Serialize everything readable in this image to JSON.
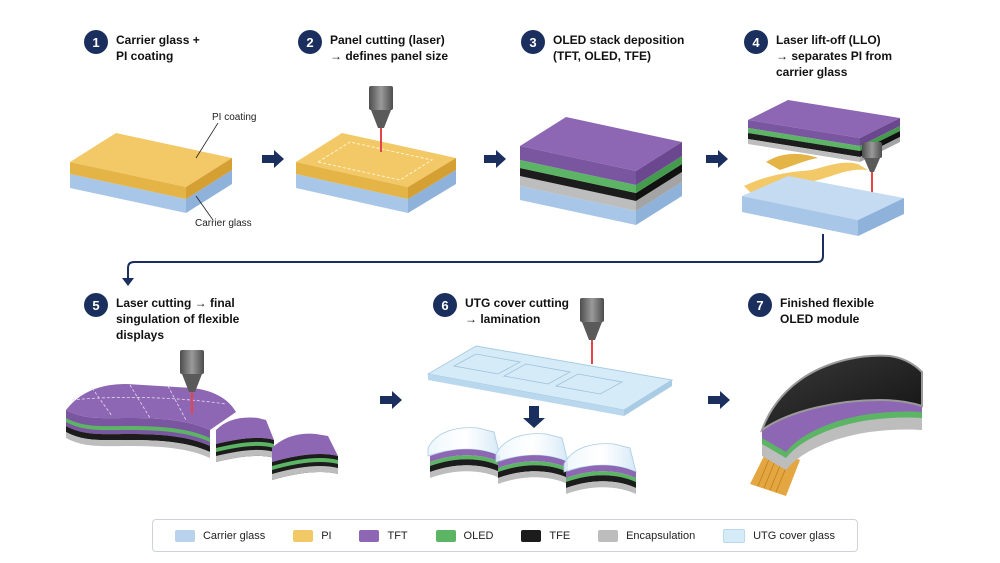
{
  "steps": [
    {
      "number": "1",
      "line1": "Carrier glass +",
      "line2": "PI coating",
      "line3": ""
    },
    {
      "number": "2",
      "line1": "Panel cutting (laser)",
      "line2": "→ defines panel size",
      "line3": ""
    },
    {
      "number": "3",
      "line1": "OLED stack deposition",
      "line2": "(TFT, OLED, TFE)",
      "line3": ""
    },
    {
      "number": "4",
      "line1": "Laser lift-off (LLO)",
      "line2": "→ separates PI from",
      "line3": "carrier glass"
    },
    {
      "number": "5",
      "line1": "Laser cutting → final",
      "line2": "singulation of flexible",
      "line3": "displays"
    },
    {
      "number": "6",
      "line1": "UTG cover cutting",
      "line2": "→ lamination",
      "line3": ""
    },
    {
      "number": "7",
      "line1": "Finished flexible",
      "line2": "OLED module",
      "line3": ""
    }
  ],
  "callouts": {
    "pi": "PI coating",
    "glass": "Carrier glass"
  },
  "legend": [
    {
      "label": "Carrier glass",
      "color": "#b9d2ee"
    },
    {
      "label": "PI",
      "color": "#f3c968"
    },
    {
      "label": "TFT",
      "color": "#8e67b4"
    },
    {
      "label": "OLED",
      "color": "#5bb564"
    },
    {
      "label": "TFE",
      "color": "#1c1c1c"
    },
    {
      "label": "Encapsulation",
      "color": "#bdbdbd"
    },
    {
      "label": "UTG cover glass",
      "color": "#d6ebf8"
    }
  ],
  "colors": {
    "arrow": "#1b2f5e",
    "laser": "#e8434a",
    "nozzle": "#6b6b6b",
    "fpc": "#e3a640"
  }
}
